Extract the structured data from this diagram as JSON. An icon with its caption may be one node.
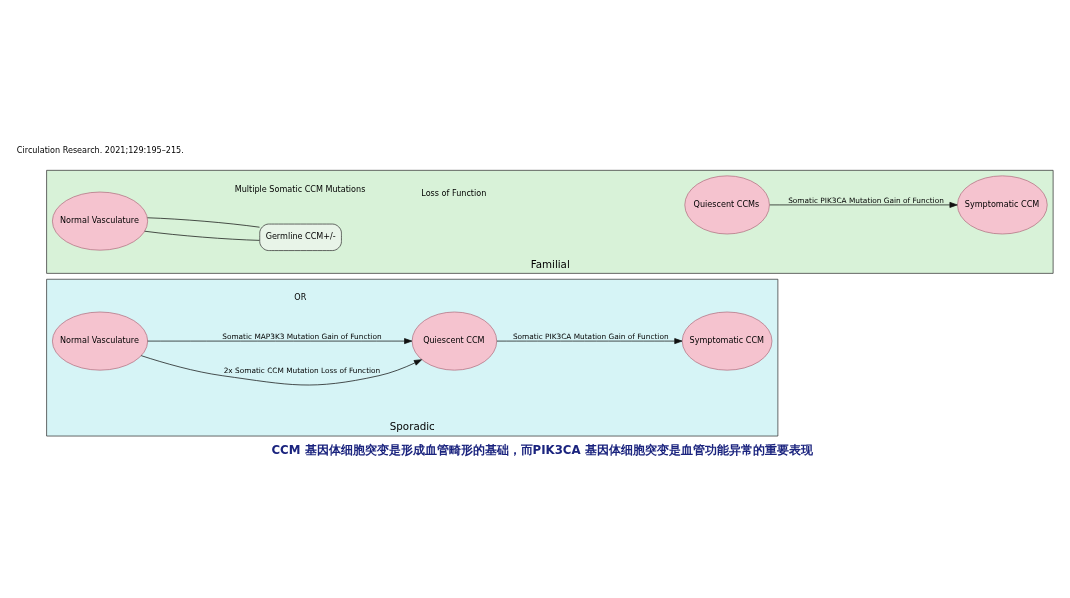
{
  "diagram": {
    "caption": "CCM 基因体细胞突变是形成血管畸形的基础，而PIK3CA 基因体细胞突变是血管功能异常的重要表现",
    "nodes": [
      {
        "text": [
          "Familial"
        ]
      },
      {
        "text": [
          "Normal Vasculature"
        ],
        "in": 0
      },
      {
        "text": [
          "Germline CCM+/-"
        ],
        "in": 0
      },
      {
        "text": [
          "Quiescent CCMs"
        ],
        "in": 0
      },
      {
        "text": [
          "Symptomatic CCM"
        ],
        "in": 0
      },
      {
        "text": [
          "Sporadic"
        ]
      },
      {
        "text": [
          "Normal Vasculature"
        ],
        "in": 5
      },
      {
        "text": [
          "Quiescent CCM"
        ],
        "in": 5
      },
      {
        "text": [
          "Symptomatic CCM"
        ],
        "in": 5
      }
    ],
    "edges": [
      {
        "from": 1,
        "to": 2,
        "arrow": "none"
      },
      {
        "from": 1,
        "to": 2,
        "arrow": "none"
      },
      {
        "from": 3,
        "to": 4,
        "arrow": "to",
        "label": "Somatic PIK3CA Mutation Gain of Function"
      },
      {
        "from": 6,
        "to": 7,
        "arrow": "to",
        "label": "2x Somatic CCM Mutation Loss of Function"
      },
      {
        "from": 6,
        "to": 7,
        "arrow": "to",
        "label": "Somatic MAP3K3 Mutation Gain of Function"
      },
      {
        "from": 7,
        "to": 8,
        "arrow": "to",
        "label": "Somatic PIK3CA Mutation Gain of Function"
      }
    ],
    "labels": [
      "Multiple Somatic CCM Mutations",
      "Loss of Function",
      "OR",
      "Circulation Research. 2021;129:195–215."
    ]
  }
}
